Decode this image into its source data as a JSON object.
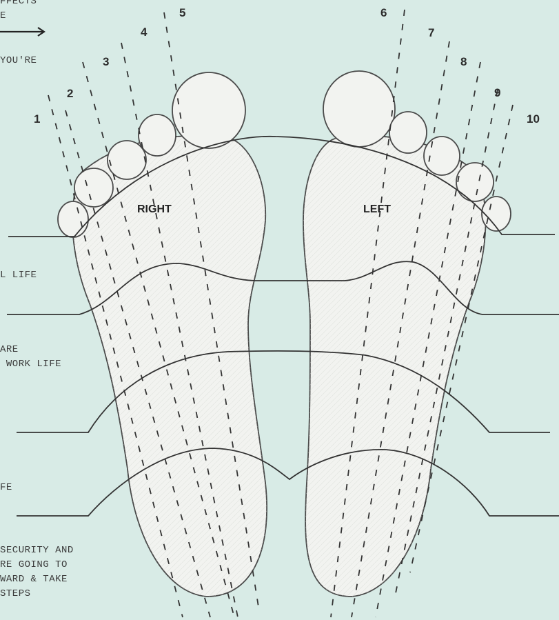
{
  "side_texts": [
    "FFECTS\nE",
    "YOU'RE",
    "L LIFE",
    "ARE\n WORK LIFE",
    "FE",
    "SECURITY AND\nRE GOING TO\nWARD & TAKE\nSTEPS"
  ],
  "zones": [
    "1",
    "2",
    "3",
    "4",
    "5",
    "6",
    "7",
    "8",
    "9",
    "10"
  ],
  "labels": {
    "right": "RIGHT",
    "left": "LEFT"
  },
  "colors": {
    "background": "#d8ebe6",
    "foot": "#f2f3f0",
    "ink": "#333333"
  },
  "icons": {
    "arrow": "right-arrow-icon"
  }
}
